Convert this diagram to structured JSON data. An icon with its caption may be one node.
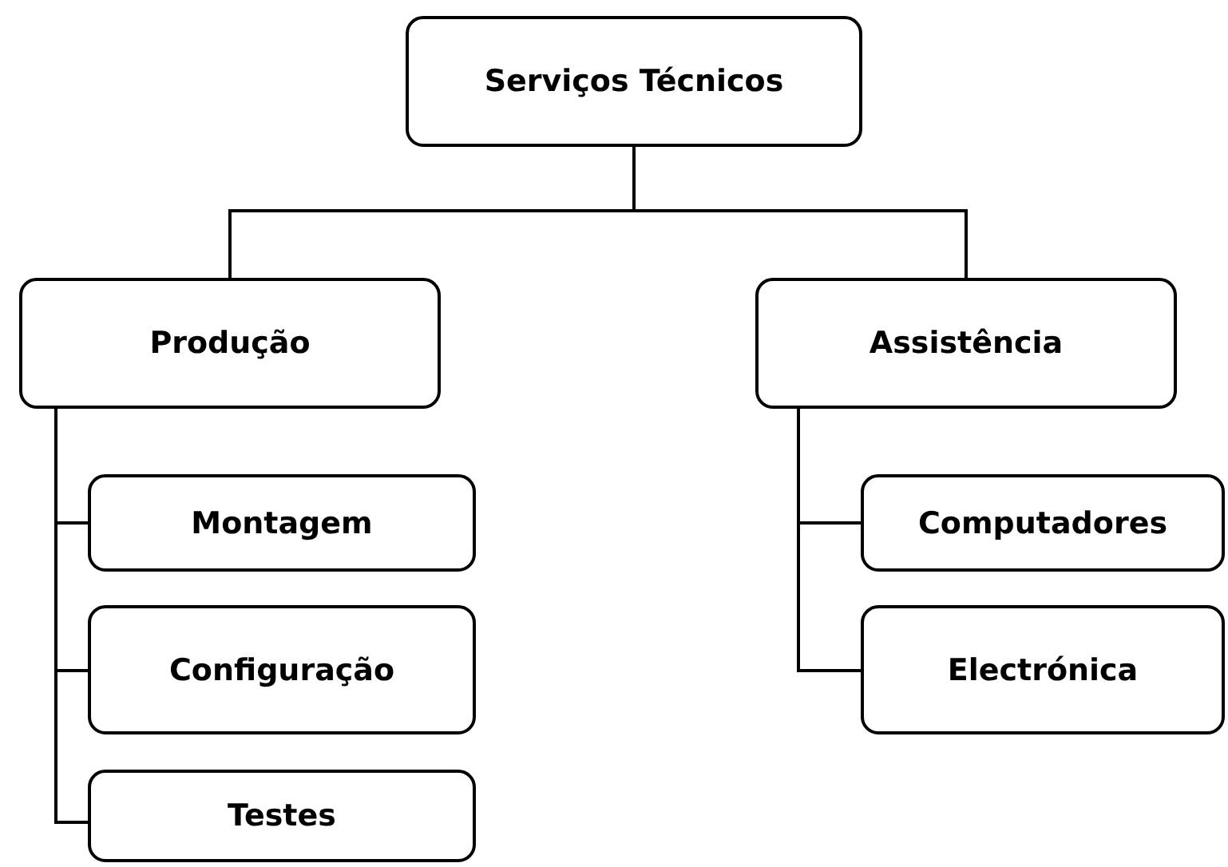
{
  "diagram": {
    "nodes": [
      {
        "text": [
          "Serviços Técnicos"
        ]
      },
      {
        "text": [
          "Produção"
        ]
      },
      {
        "text": [
          "Assistência"
        ]
      },
      {
        "text": [
          "Montagem"
        ]
      },
      {
        "text": [
          "Configuração"
        ]
      },
      {
        "text": [
          "Testes"
        ]
      },
      {
        "text": [
          "Computadores"
        ]
      },
      {
        "text": [
          "Electrónica"
        ]
      }
    ],
    "edges": [
      {
        "from": 0,
        "to": 1,
        "arrow": "none"
      },
      {
        "from": 0,
        "to": 2,
        "arrow": "none"
      },
      {
        "from": 1,
        "to": 3,
        "arrow": "none"
      },
      {
        "from": 1,
        "to": 4,
        "arrow": "none"
      },
      {
        "from": 1,
        "to": 5,
        "arrow": "none"
      },
      {
        "from": 2,
        "to": 6,
        "arrow": "none"
      },
      {
        "from": 2,
        "to": 7,
        "arrow": "none"
      }
    ]
  }
}
